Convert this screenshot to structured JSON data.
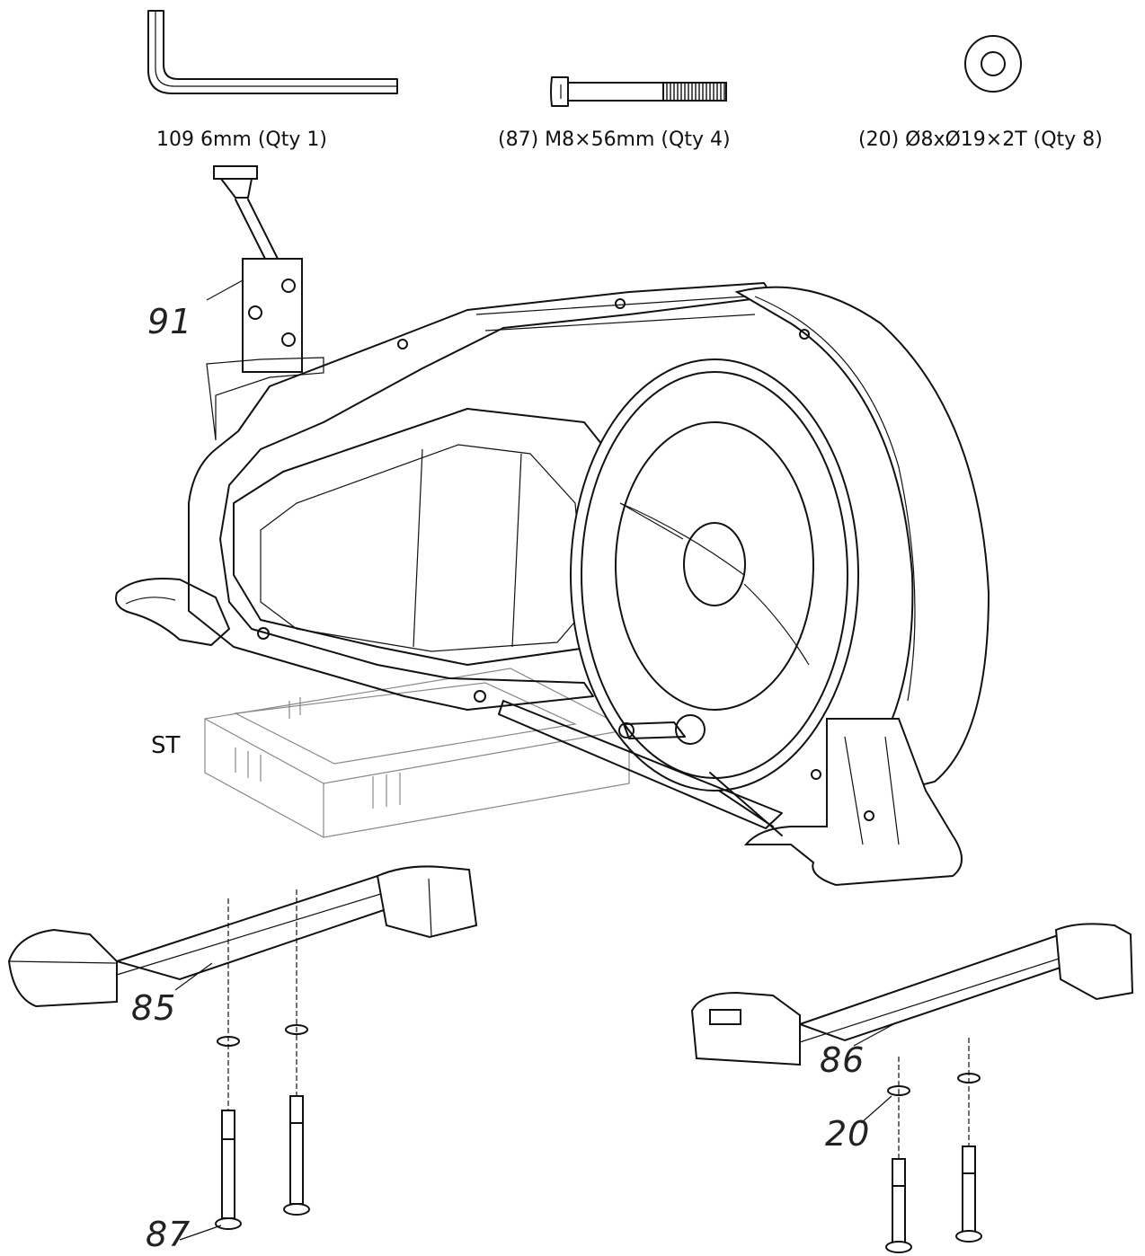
{
  "hardware": {
    "wrench_label": "109  6mm (Qty 1)",
    "bolt_label": "(87)  M8×56mm (Qty 4)",
    "washer_label": "(20)  Ø8xØ19×2T (Qty 8)"
  },
  "callouts": {
    "sensor": "91",
    "stand": "ST",
    "front_stabilizer": "85",
    "rear_stabilizer": "86",
    "washer": "20",
    "bolt": "87"
  }
}
